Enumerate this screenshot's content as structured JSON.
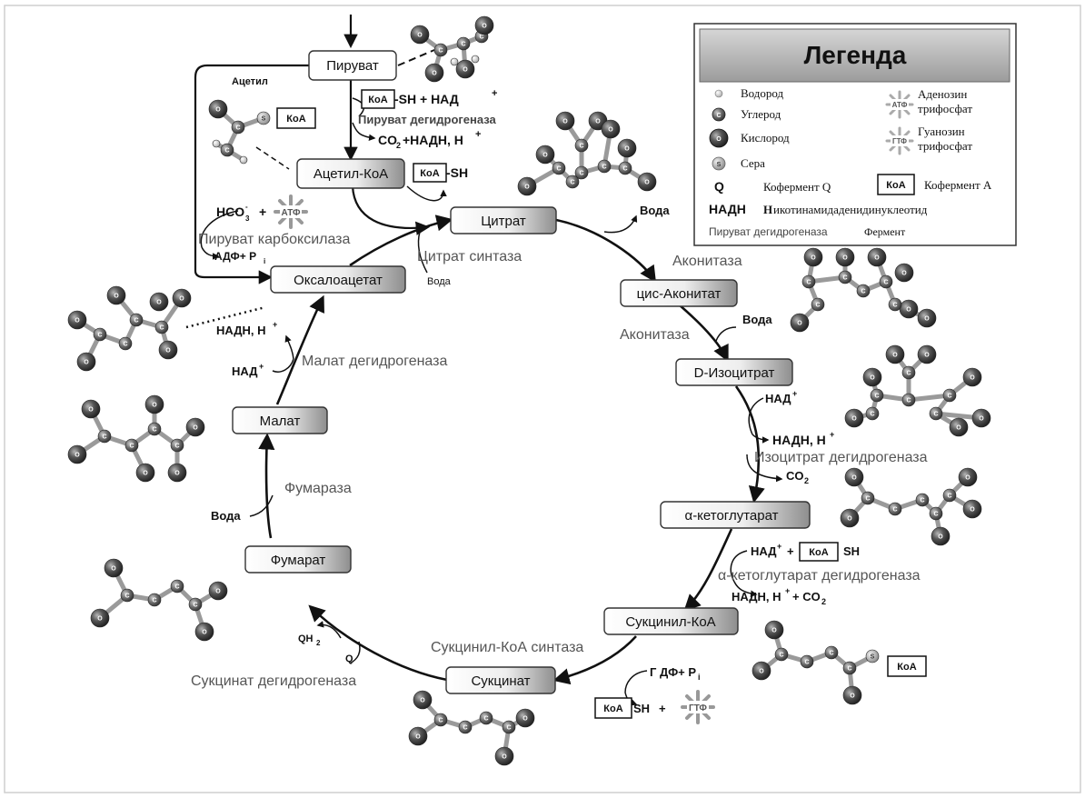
{
  "metabolites": {
    "pyruvate": "Пируват",
    "acetyl_coa": "Ацетил-КоА",
    "citrate": "Цитрат",
    "cis_aconitate": "цис-Аконитат",
    "isocitrate": "D-Изоцитрат",
    "ketoglutarate": "α-кетоглутарат",
    "succinyl_coa": "Сукцинил-КоА",
    "succinate": "Сукцинат",
    "fumarate": "Фумарат",
    "malate": "Малат",
    "oxaloacetate": "Оксалоацетат"
  },
  "enzymes": {
    "pdh": "Пируват дегидрогеназа",
    "citrate_synthase": "Цитрат синтаза",
    "aconitase_1": "Аконитаза",
    "aconitase_2": "Аконитаза",
    "idh": "Изоцитрат дегидрогеназа",
    "akgdh": "α-кетоглутарат дегидрогеназа",
    "scs": "Сукцинил-КоА синтаза",
    "sdh": "Сукцинат дегидрогеназа",
    "fumarase": "Фумараза",
    "mdh": "Малат дегидрогеназа",
    "pc": "Пируват карбоксилаза"
  },
  "cofactors": {
    "acetyl": "Ацетил",
    "koa": "КоА",
    "sh": "-SH",
    "sh_nad": "-SH + НАД",
    "co2_nadh": "CO",
    "co2_nadh_rest": "+НАДН, Н",
    "water": "Вода",
    "nad": "НАД",
    "nadh_h": "НАДН, Н",
    "co2": "CO",
    "nad_plus": "+",
    "sh_text": "SH",
    "nadh_co2": "НАДН, Н",
    "plus_co2": "+ CO",
    "gdp_pi": "Г ДФ+ Р",
    "gtp": "ГТФ",
    "atp": "АТФ",
    "hco3": "HCO",
    "plus": "+",
    "adp_pi": "АДФ+ Р",
    "q": "Q",
    "qh2": "QH"
  },
  "legend": {
    "title": "Легенда",
    "hydrogen": "Водород",
    "carbon": "Углерод",
    "oxygen": "Кислород",
    "sulfur": "Сера",
    "atp_1": "Аденозин",
    "atp_2": "трифосфат",
    "gtp_1": "Гуанозин",
    "gtp_2": "трифосфат",
    "q_symbol": "Q",
    "q_desc": "Кофермент Q",
    "koa_box": "КоА",
    "koa_desc": "Кофермент А",
    "nadh_symbol": "НАДН",
    "nadh_desc_bold": "Н",
    "nadh_desc": "икотинамидаденидинуклеотид",
    "enzyme_example": "Пируват дегидрогеназа",
    "enzyme_desc": "Фермент",
    "atom_c": "C",
    "atom_o": "O",
    "atom_s": "S",
    "atp_label": "АТФ",
    "gtp_label": "ГТФ"
  }
}
